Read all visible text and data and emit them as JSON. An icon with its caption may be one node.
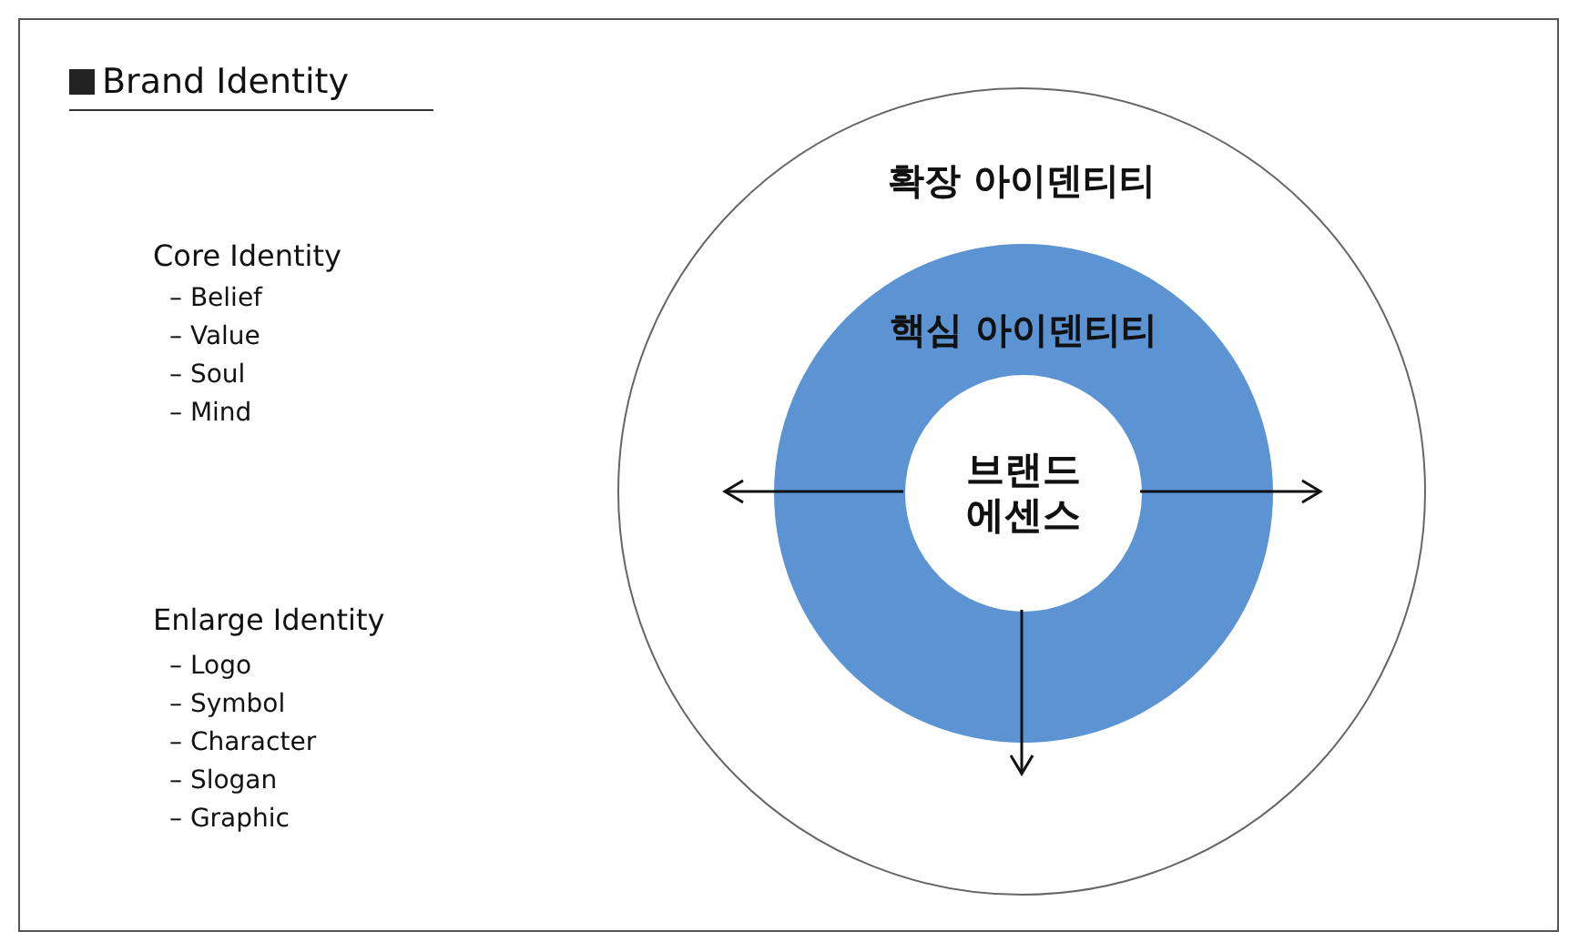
{
  "diagram": {
    "title": "Brand Identity",
    "nodes": [
      {
        "text": [
          "확장 아이덴티티"
        ]
      },
      {
        "text": [
          "핵심 아이덴티티"
        ],
        "in": 0
      },
      {
        "text": [
          "브랜드 에센스"
        ],
        "in": 1
      }
    ],
    "edges": [
      {
        "from": 2,
        "to": null,
        "arrow": "to"
      },
      {
        "from": 2,
        "to": null,
        "arrow": "to"
      },
      {
        "from": 2,
        "to": null,
        "arrow": "to"
      }
    ],
    "labels": [
      "Core Identity",
      "– Belief",
      "– Value",
      "– Soul",
      "– Mind",
      "Enlarge Identity",
      "– Logo",
      "– Symbol",
      "– Character",
      "– Slogan",
      "– Graphic"
    ]
  }
}
